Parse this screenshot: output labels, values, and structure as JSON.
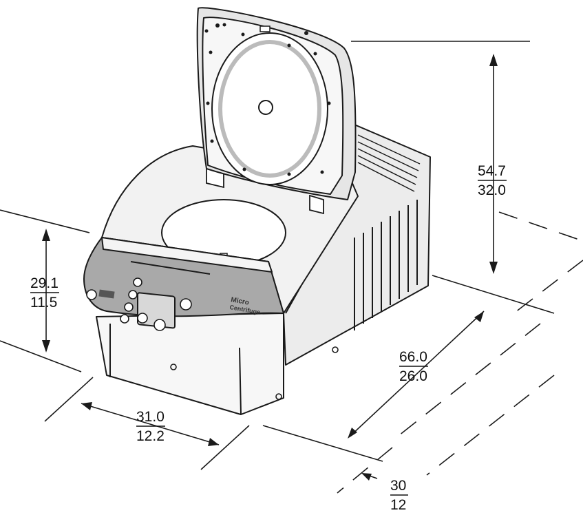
{
  "dimensions": {
    "height_open": {
      "top": "54.7",
      "bottom": "32.0"
    },
    "height_closed": {
      "top": "29.1",
      "bottom": "11.5"
    },
    "width": {
      "top": "31.0",
      "bottom": "12.2"
    },
    "depth": {
      "top": "66.0",
      "bottom": "26.0"
    },
    "clearance": {
      "top": "30",
      "bottom": "12"
    }
  },
  "panel": {
    "brand_top": "Micro",
    "brand_bottom": "Centrifuge"
  },
  "colors": {
    "line": "#1a1a1a",
    "body_light": "#f4f4f4",
    "body_shade": "#e2e2e2",
    "panel": "#a9a9a9",
    "display": "#d8d8d8"
  }
}
